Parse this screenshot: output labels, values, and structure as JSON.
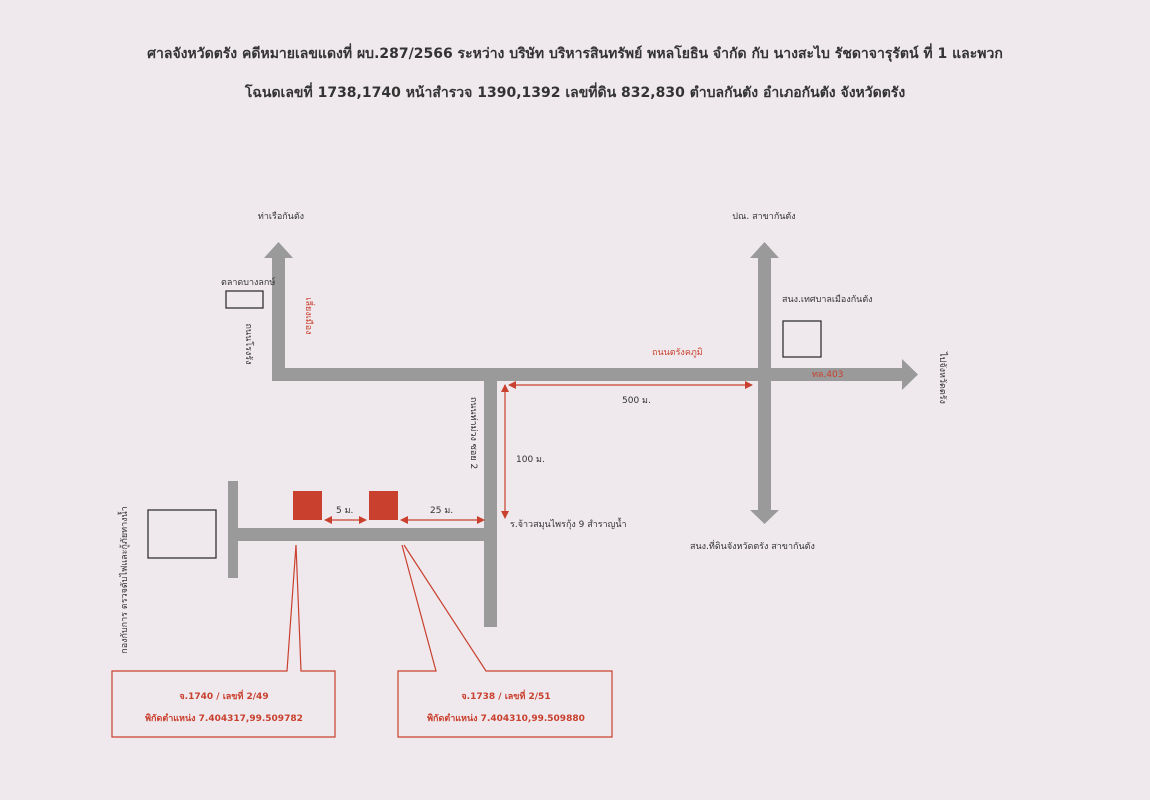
{
  "header": {
    "line1": "ศาลจังหวัดตรัง คดีหมายเลขแดงที่ ผบ.287/2566 ระหว่าง บริษัท บริหารสินทรัพย์ พหลโยธิน จำกัด กับ นางสะไบ รัชดาจารุรัตน์ ที่ 1 และพวก",
    "line2": "โฉนดเลขที่ 1738,1740 หน้าสำรวจ 1390,1392 เลขที่ดิน 832,830 ตำบลกันตัง อำเภอกันตัง จังหวัดตรัง"
  },
  "map": {
    "landmarks": {
      "to_pier": "ท่าเรือกันตัง",
      "market": "ตลาดบางลกษ์",
      "west_road": "ถนนโรงรัง",
      "red_road": "เลี่ยงเมือง",
      "post_office": "ปณ. สาขากันตัง",
      "municipal_office": "สนง.เทศบาลเมืองกันตัง",
      "main_road": "ถนนตรังคภูมิ",
      "highway": "ทล.403",
      "to_trang": "ไปจังหวัดตรัง",
      "center_road": "ถนนท่าม่วง ซอย 2",
      "coconut_shop": "ร.จ้าวสมุนไพรกุ้ง 9 สำราญน้ำ",
      "land_office": "สนง.ที่ดินจังหวัดตรัง สาขากันตัง",
      "fisheries_office": "กองกับการ ตรวจดับไฟและกู้ภัยทางน้ำ"
    },
    "distances": {
      "d500": "500 ม.",
      "d100": "100 ม.",
      "d25": "25 ม.",
      "d5": "5 ม."
    },
    "parcels": [
      {
        "line1": "จ.1740 / เลขที่ 2/49",
        "line2": "พิกัดตำแหน่ง 7.404317,99.509782"
      },
      {
        "line1": "จ.1738 / เลขที่ 2/51",
        "line2": "พิกัดตำแหน่ง 7.404310,99.509880"
      }
    ],
    "colors": {
      "road": "#9a9a9a",
      "accent": "#c9402e",
      "background": "#efe9ee"
    }
  }
}
